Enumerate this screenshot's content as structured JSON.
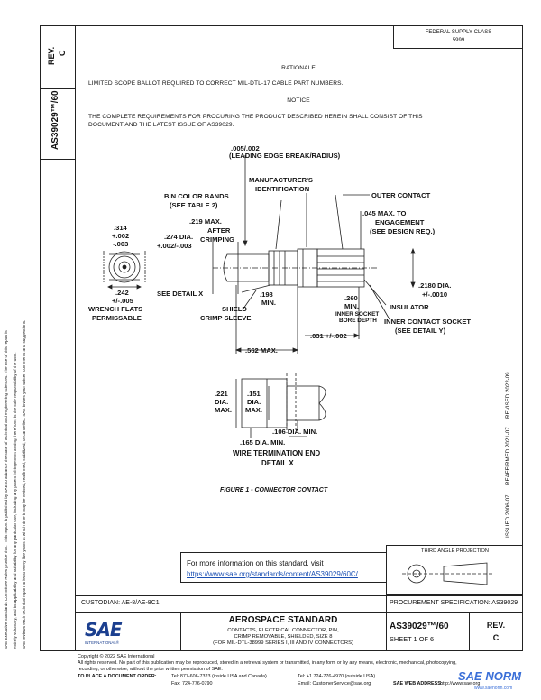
{
  "header": {
    "rev_label": "REV.",
    "rev_value": "C",
    "doc_number": "AS39029™/60",
    "stamp_line1": "FEDERAL SUPPLY CLASS",
    "stamp_line2": "5999"
  },
  "side_notice": {
    "line1": "SAE Executive Standards Committee Rules provide that: \"This report is published by SAE to advance the state of technical and engineering sciences. The use of this report is",
    "line2": "entirely voluntary, and its applicability and suitability for any particular use, including any patent infringement arising therefrom, is the sole responsibility of the user.\"",
    "line3": "SAE reviews each technical report at least every five years at which time it may be revised, reaffirmed, stabilized, or cancelled. SAE invites your written comments and suggestions."
  },
  "history": {
    "issued": "ISSUED 2006-07",
    "reaffirmed": "REAFFIRMED 2021-07",
    "revised": "REVISED 2022-09"
  },
  "body": {
    "rationale_heading": "RATIONALE",
    "rationale_text": "LIMITED SCOPE BALLOT REQUIRED TO CORRECT MIL-DTL-17 CABLE PART NUMBERS.",
    "notice_heading": "NOTICE",
    "notice_line1": "THE COMPLETE REQUIREMENTS FOR PROCURING THE PRODUCT DESCRIBED HEREIN SHALL CONSIST OF THIS",
    "notice_line2": "DOCUMENT AND THE LATEST ISSUE OF AS39029."
  },
  "figure": {
    "edge_break_1": ".005/.002",
    "edge_break_2": "(LEADING EDGE BREAK/RADIUS)",
    "mfr_id_1": "MANUFACTURER'S",
    "mfr_id_2": "IDENTIFICATION",
    "bin_color_1": "BIN COLOR BANDS",
    "bin_color_2": "(SEE TABLE 2)",
    "outer_contact": "OUTER CONTACT",
    "max_219_1": ".219 MAX.",
    "max_219_2": "AFTER",
    "max_219_3": "CRIMPING",
    "dia_274_1": ".274 DIA.",
    "dia_274_2": "+.002/-.003",
    "dim_314_1": ".314",
    "dim_314_2": "+.002",
    "dim_314_3": "-.003",
    "engage_1": ".045 MAX. TO",
    "engage_2": "ENGAGEMENT",
    "engage_3": "(SEE DESIGN REQ.)",
    "dia_2180_1": ".2180 DIA.",
    "dia_2180_2": "+/-.0010",
    "dim_242_1": ".242",
    "dim_242_2": "+/-.005",
    "wrench_1": "WRENCH FLATS",
    "wrench_2": "PERMISSABLE",
    "see_detail_x": "SEE DETAIL X",
    "dim_198_1": ".198",
    "dim_198_2": "MIN.",
    "dim_260_1": ".260",
    "dim_260_2": "MIN.",
    "bore_1": "INNER SOCKET",
    "bore_2": "BORE DEPTH",
    "insulator": "INSULATOR",
    "shield_1": "SHIELD",
    "shield_2": "CRIMP SLEEVE",
    "inner_socket_1": "INNER CONTACT SOCKET",
    "inner_socket_2": "(SEE DETAIL Y)",
    "dim_031": ".031 +/-.002",
    "dim_562": ".562 MAX.",
    "dia_221_1": ".221",
    "dia_221_2": "DIA.",
    "dia_221_3": "MAX.",
    "dia_151_1": ".151",
    "dia_151_2": "DIA.",
    "dia_151_3": "MAX.",
    "dia_106": ".106 DIA. MIN.",
    "dia_165": ".165 DIA. MIN.",
    "wire_end_1": "WIRE TERMINATION END",
    "wire_end_2": "DETAIL X",
    "caption": "FIGURE 1 - CONNECTOR CONTACT"
  },
  "info_box": {
    "text": "For more information on this standard, visit",
    "link": "https://www.sae.org/standards/content/AS39029/60C/"
  },
  "projection": {
    "label": "THIRD ANGLE PROJECTION"
  },
  "title_block": {
    "custodian": "CUSTODIAN: AE-8/AE-8C1",
    "procurement": "PROCUREMENT SPECIFICATION: AS39029",
    "logo_text": "SAE",
    "logo_sub": "INTERNATIONAL®",
    "standard_type": "AEROSPACE STANDARD",
    "title_line1": "CONTACTS, ELECTRICAL CONNECTOR, PIN,",
    "title_line2": "CRIMP REMOVABLE, SHIELDED, SIZE 8",
    "title_line3": "(FOR MIL-DTL-38999 SERIES I, III AND IV CONNECTORS)",
    "doc_number": "AS39029™/60",
    "sheet": "SHEET 1 OF 6",
    "rev_label": "REV.",
    "rev_value": "C"
  },
  "footer": {
    "copyright": "Copyright © 2022 SAE International",
    "rights_1": "All rights reserved. No part of this publication may be reproduced, stored in a retrieval system or transmitted, in any form or by any means, electronic, mechanical, photocopying,",
    "rights_2": "recording, or otherwise, without the prior written permission of SAE.",
    "order_label": "TO PLACE A DOCUMENT ORDER:",
    "tel_1": "Tel: 877-606-7323 (inside USA and Canada)",
    "fax": "Fax: 724-776-0790",
    "tel_2": "Tel: +1 724-776-4970 (outside USA)",
    "email": "Email: CustomerService@sae.org",
    "web_label": "SAE WEB ADDRESS:",
    "web": "http://www.sae.org",
    "watermark": "SAE NORM",
    "watermark_sub": "www.saenorm.com"
  }
}
